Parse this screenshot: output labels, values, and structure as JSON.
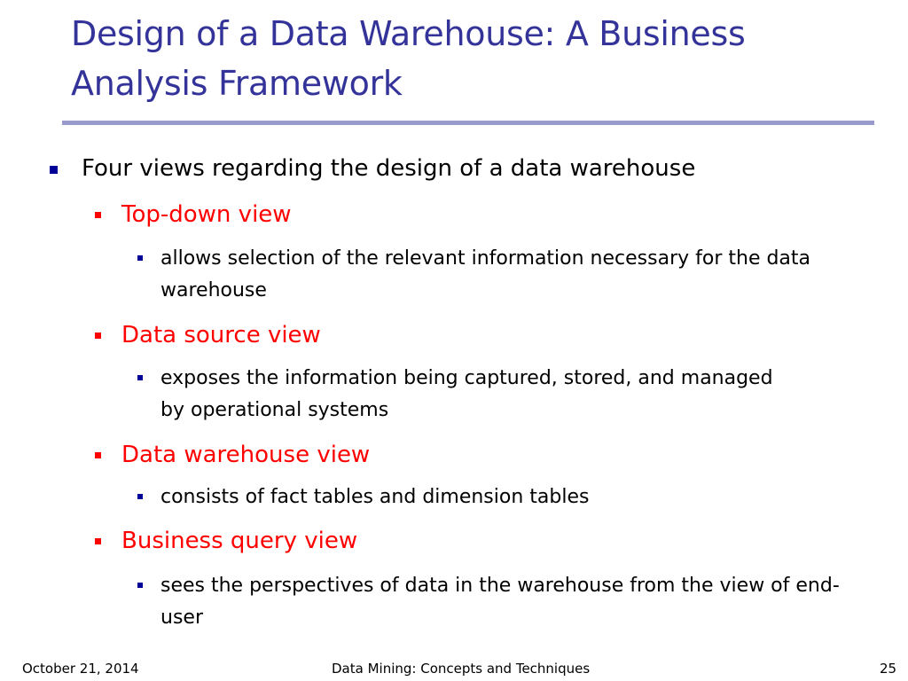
{
  "slide": {
    "title": "Design of a Data Warehouse: A Business Analysis Framework",
    "colors": {
      "title": "#333399",
      "rule": "#9999cc",
      "level1_marker": "#000099",
      "subheading": "#ff0000",
      "body": "#000000"
    },
    "bullet": "Four views regarding the design of a data warehouse",
    "views": [
      {
        "heading": "Top-down view",
        "detail": "allows selection of the relevant information necessary for the data warehouse"
      },
      {
        "heading": "Data source view",
        "detail": "exposes the information being captured, stored, and managed by operational systems"
      },
      {
        "heading": "Data warehouse view",
        "detail": "consists of fact tables and dimension tables"
      },
      {
        "heading": "Business query view",
        "detail": "sees the perspectives of data in the warehouse from the view of end-user"
      }
    ]
  },
  "footer": {
    "date": "October 21, 2014",
    "center": "Data Mining: Concepts and Techniques",
    "page": "25"
  }
}
